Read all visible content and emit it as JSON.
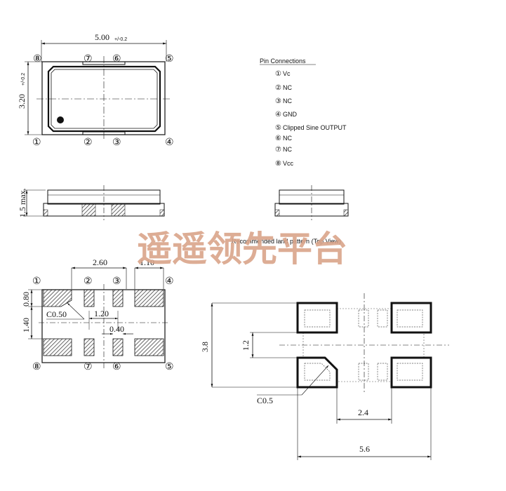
{
  "top_view": {
    "dim_width": "5.00",
    "dim_width_tol": "+/-0.2",
    "dim_height": "3.20",
    "dim_height_tol": "+/-0.2",
    "pins_top": [
      "⑧",
      "⑦",
      "⑥",
      "⑤"
    ],
    "pins_bottom": [
      "①",
      "②",
      "③",
      "④"
    ]
  },
  "pin_connections": {
    "title": "Pin Connections",
    "items": [
      {
        "num": "①",
        "name": "Vc"
      },
      {
        "num": "②",
        "name": "NC"
      },
      {
        "num": "③",
        "name": "NC"
      },
      {
        "num": "④",
        "name": "GND"
      },
      {
        "num": "⑤",
        "name": "Clipped Sine OUTPUT"
      },
      {
        "num": "⑥",
        "name": "NC"
      },
      {
        "num": "⑦",
        "name": "NC"
      },
      {
        "num": "⑧",
        "name": "Vcc"
      }
    ]
  },
  "side_view": {
    "dim_height": "1.5 max."
  },
  "bottom_view": {
    "dim_pitch": "2.60",
    "dim_pad_width": "1.10",
    "dim_pad_height": "0.80",
    "dim_gap": "1.40",
    "dim_chamfer": "C0.50",
    "dim_center": "1.20",
    "dim_small": "0.40",
    "pins_top": [
      "①",
      "②",
      "③",
      "④"
    ],
    "pins_bottom": [
      "⑧",
      "⑦",
      "⑥",
      "⑤"
    ]
  },
  "land_pattern": {
    "title": "Recommended land pattern (Top View)",
    "dim_height": "3.8",
    "dim_gap": "1.2",
    "dim_chamfer": "C0.5",
    "dim_pitch": "2.4",
    "dim_width": "5.6"
  },
  "watermark": "遥遥领先平台",
  "colors": {
    "line": "#111111",
    "hatch": "#555555",
    "watermark": "#d9a48a"
  }
}
